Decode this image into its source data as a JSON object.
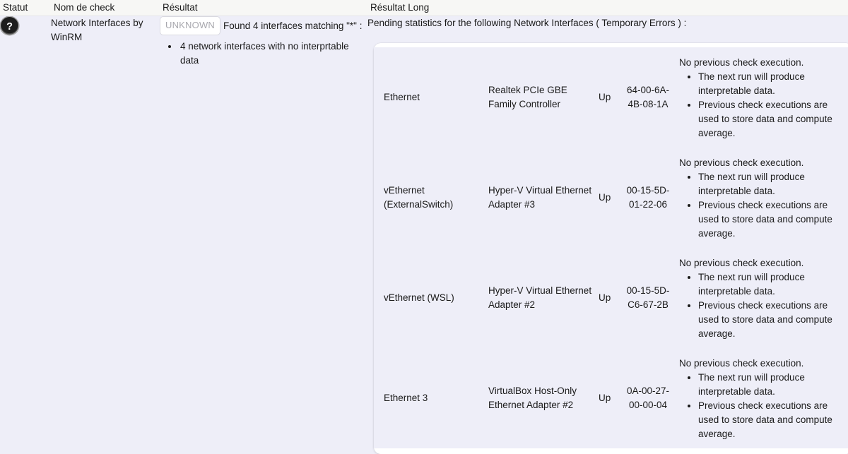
{
  "table": {
    "headers": {
      "statut": "Statut",
      "nom_de_check": "Nom de check",
      "resultat": "Résultat",
      "resultat_long": "Résultat Long"
    }
  },
  "row": {
    "status_icon": "question-mark-unknown-icon",
    "check_name": "Network Interfaces by WinRM",
    "result": {
      "badge": "UNKNOWN",
      "summary": "Found 4 interfaces matching \"*\" :",
      "bullets": [
        "4 network interfaces with no interprtable data"
      ]
    },
    "long_result": {
      "intro": "Pending statistics for the following Network Interfaces ( Temporary Errors ) :",
      "interfaces": [
        {
          "name": "Ethernet",
          "model": "Realtek PCIe GBE Family Controller",
          "state": "Up",
          "mac": "64-00-6A-4B-08-1A",
          "detail_head": "No previous check execution.",
          "detail_bullets": [
            "The next run will produce interpretable data.",
            "Previous check executions are used to store data and compute average."
          ]
        },
        {
          "name": "vEthernet (ExternalSwitch)",
          "model": "Hyper-V Virtual Ethernet Adapter #3",
          "state": "Up",
          "mac": "00-15-5D-01-22-06",
          "detail_head": "No previous check execution.",
          "detail_bullets": [
            "The next run will produce interpretable data.",
            "Previous check executions are used to store data and compute average."
          ]
        },
        {
          "name": "vEthernet (WSL)",
          "model": "Hyper-V Virtual Ethernet Adapter #2",
          "state": "Up",
          "mac": "00-15-5D-C6-67-2B",
          "detail_head": "No previous check execution.",
          "detail_bullets": [
            "The next run will produce interpretable data.",
            "Previous check executions are used to store data and compute average."
          ]
        },
        {
          "name": "Ethernet 3",
          "model": "VirtualBox Host-Only Ethernet Adapter #2",
          "state": "Up",
          "mac": "0A-00-27-00-00-04",
          "detail_head": "No previous check execution.",
          "detail_bullets": [
            "The next run will produce interpretable data.",
            "Previous check executions are used to store data and compute average."
          ]
        }
      ]
    }
  },
  "colors": {
    "page_background": "#eeeef8",
    "header_background": "#f7f7f5",
    "card_background": "#ffffff",
    "badge_text": "#a8a8ae",
    "text": "#1a1a1a"
  }
}
